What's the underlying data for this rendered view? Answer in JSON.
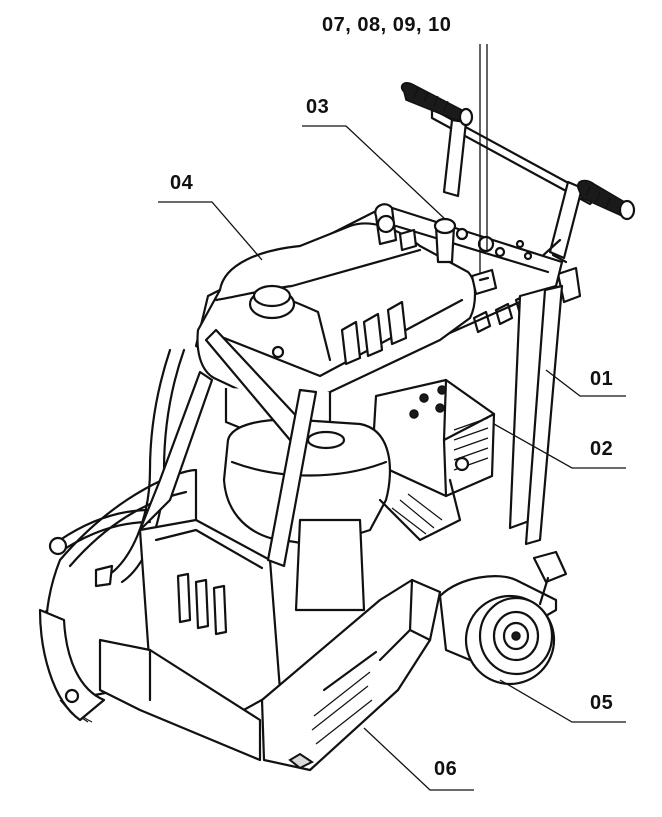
{
  "callouts": [
    {
      "id": "c0710",
      "label": "07, 08, 09, 10"
    },
    {
      "id": "c03",
      "label": "03"
    },
    {
      "id": "c04",
      "label": "04"
    },
    {
      "id": "c01",
      "label": "01"
    },
    {
      "id": "c02",
      "label": "02"
    },
    {
      "id": "c05",
      "label": "05"
    },
    {
      "id": "c06",
      "label": "06"
    }
  ],
  "colors": {
    "line": "#111111",
    "background": "#ffffff",
    "grip": "#1a1a1a",
    "shade": "#d9d9d9"
  }
}
